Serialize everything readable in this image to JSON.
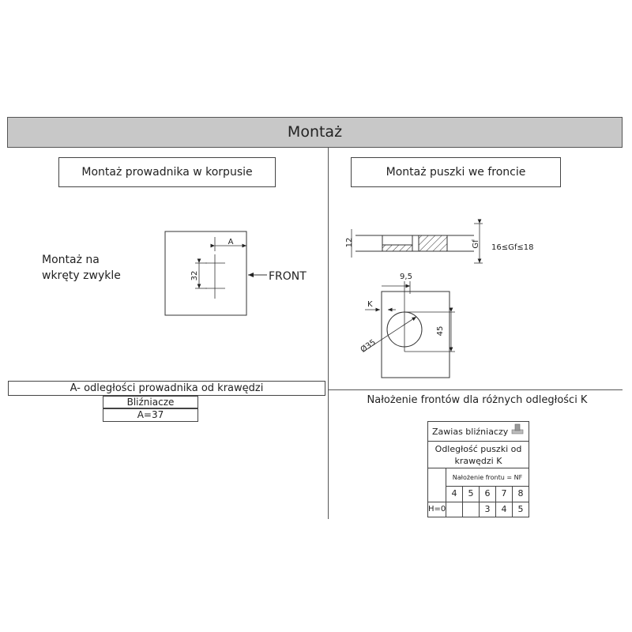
{
  "title": "Montaż",
  "left": {
    "section_title": "Montaż prowadnika w korpusie",
    "mount_label_line1": "Montaż na",
    "mount_label_line2": "wkręty zwykle",
    "dim_a": "A",
    "dim_32": "32",
    "front_label": "FRONT",
    "distance_title": "A- odległości prowadnika od krawędzi",
    "table_header": "Bliźniacze",
    "table_value": "A=37"
  },
  "right": {
    "section_title": "Montaż puszki we froncie",
    "dim_12": "12",
    "dim_gf": "Gf",
    "gf_range": "16≤Gf≤18",
    "dim_9_5": "9,5",
    "dim_k": "K",
    "dim_45": "45",
    "dim_35": "Ø35",
    "overlay_title": "Nałożenie frontów dla różnych odległości K",
    "hinge_label": "Zawias bliźniaczy",
    "k_label_line1": "Odległość puszki od",
    "k_label_line2": "krawędzi  K",
    "nf_label": "Nałożenie frontu = NF",
    "k_values": [
      "4",
      "5",
      "6",
      "7",
      "8"
    ],
    "h_label": "H=0",
    "nf_values": [
      "",
      "",
      "3",
      "4",
      "5"
    ]
  }
}
